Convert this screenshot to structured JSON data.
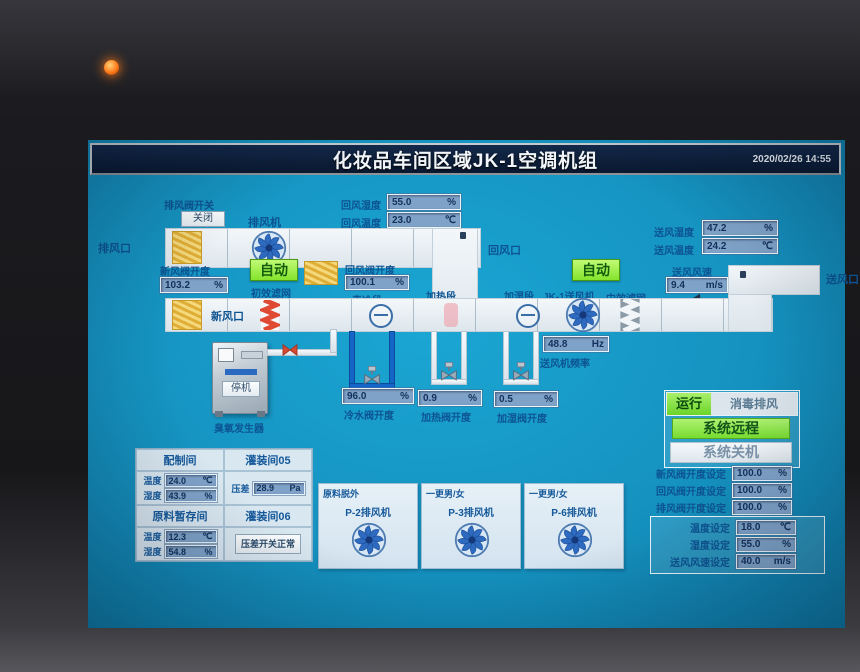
{
  "colors": {
    "screen_bg": "#1592c0",
    "header_bg": "#0c1e3a",
    "accent_green": "#84e42c",
    "value_box": "#7fa3c8",
    "label_blue": "#0d5391",
    "led": "#ff7a1a"
  },
  "header": {
    "title": "化妆品车间区域JK-1空调机组",
    "timestamp": "2020/02/26 14:55"
  },
  "ahu": {
    "exhaust_valve_switch_label": "排风阀开关",
    "exhaust_valve_switch_value": "关闭",
    "exhaust_fan_label": "排风机",
    "return_humidity_label": "回风湿度",
    "return_humidity": "55.0",
    "return_humidity_unit": "%",
    "return_temp_label": "回风温度",
    "return_temp": "23.0",
    "return_temp_unit": "℃",
    "exhaust_outlet_label": "排风口",
    "return_inlet_label": "回风口",
    "fresh_inlet_label": "新风口",
    "supply_outlet_label": "送风口",
    "fresh_valve_label": "新风阀开度",
    "fresh_valve": "103.2",
    "fresh_valve_unit": "%",
    "auto1": "自动",
    "auto2": "自动",
    "pre_filter_label": "初效滤网",
    "return_valve_label": "回风阀开度",
    "return_valve": "100.1",
    "return_valve_unit": "%",
    "cooling_label": "表冷段",
    "heating_label": "加热段",
    "humid_label": "加湿段",
    "supply_fan_label": "JK-1送风机",
    "mid_filter_label": "中效滤网",
    "supply_velocity_label": "送风风速",
    "supply_velocity": "9.4",
    "supply_velocity_unit": "m/s",
    "supply_humidity_label": "送风湿度",
    "supply_humidity": "47.2",
    "supply_humidity_unit": "%",
    "supply_temp_label": "送风温度",
    "supply_temp": "24.2",
    "supply_temp_unit": "℃",
    "fan_freq": "48.8",
    "fan_freq_unit": "Hz",
    "fan_freq_label": "送风机频率",
    "ozone_stop": "停机",
    "ozone_label": "臭氧发生器",
    "valves": [
      {
        "value": "96.0",
        "unit": "%",
        "label": "冷水阀开度"
      },
      {
        "value": "0.9",
        "unit": "%",
        "label": "加热阀开度"
      },
      {
        "value": "0.5",
        "unit": "%",
        "label": "加湿阀开度"
      }
    ]
  },
  "room_table": {
    "peizhi_label": "配制间",
    "guanzhuang05_label": "灌装间05",
    "temp_label": "温度",
    "hum_label": "湿度",
    "dp_label": "压差",
    "peizhi_temp": "24.0",
    "peizhi_temp_unit": "℃",
    "peizhi_hum": "43.9",
    "peizhi_hum_unit": "%",
    "g05_dp": "28.9",
    "g05_dp_unit": "Pa",
    "yuanliao_label": "原料暂存间",
    "guanzhuang06_label": "灌装间06",
    "yl_temp": "12.3",
    "yl_temp_unit": "℃",
    "yl_hum": "54.8",
    "yl_hum_unit": "%",
    "dp_switch": "压差开关正常"
  },
  "exhaust_fans": [
    {
      "room": "原料脱外",
      "fan": "P-2排风机"
    },
    {
      "room": "一更男/女",
      "fan": "P-3排风机"
    },
    {
      "room": "一更男/女",
      "fan": "P-6排风机"
    }
  ],
  "controls": {
    "run": "运行",
    "disinfect": "消毒排风",
    "remote": "系统远程",
    "shutdown": "系统关机"
  },
  "settings": {
    "fresh_label": "新风阀开度设定",
    "fresh": "100.0",
    "fresh_unit": "%",
    "return_label": "回风阀开度设定",
    "return": "100.0",
    "return_unit": "%",
    "exhaust_label": "排风阀开度设定",
    "exhaust": "100.0",
    "exhaust_unit": "%",
    "temp_label": "温度设定",
    "temp": "18.0",
    "temp_unit": "℃",
    "hum_label": "湿度设定",
    "hum": "55.0",
    "hum_unit": "%",
    "vel_label": "送风风速设定",
    "vel": "40.0",
    "vel_unit": "m/s"
  }
}
